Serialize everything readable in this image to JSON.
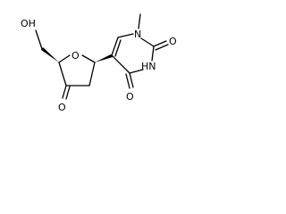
{
  "molecule": {
    "atoms": {
      "oh": "OH",
      "ring_o": "O",
      "ketone_o": "O",
      "n_methyl": "N",
      "nh": "HN",
      "o_c2": "O",
      "o_c4": "O"
    },
    "colors": {
      "bond": "#000000",
      "label": "#000000",
      "background": "#ffffff"
    }
  }
}
